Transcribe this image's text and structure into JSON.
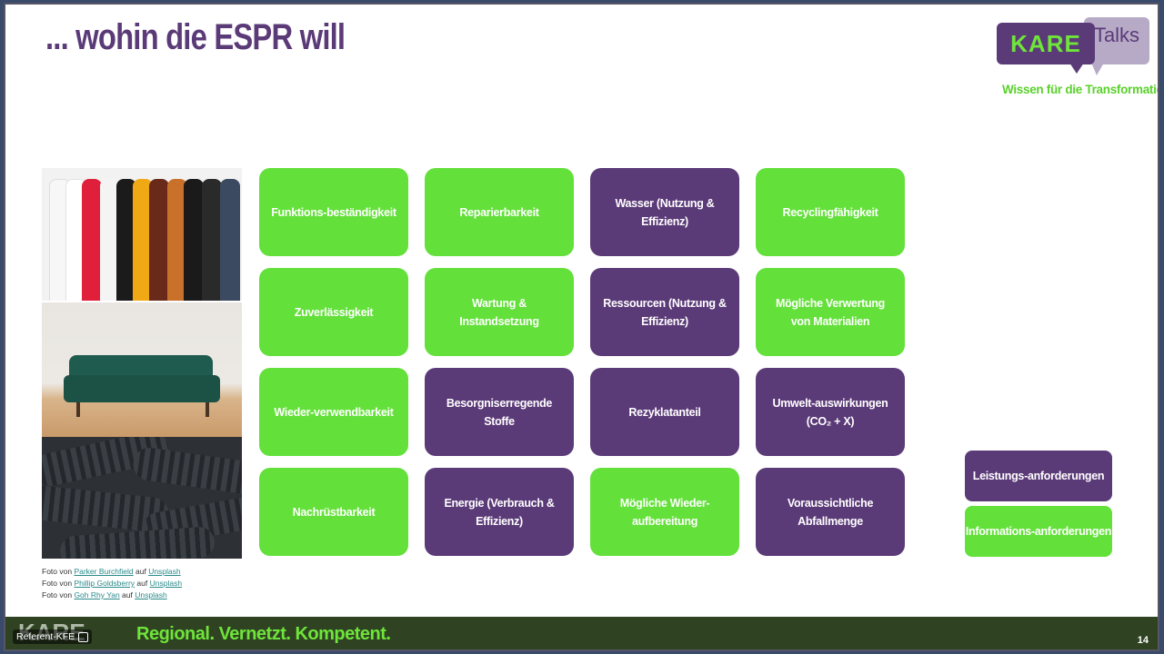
{
  "slide": {
    "title": "... wohin die ESPR will",
    "page_number": "14"
  },
  "logo": {
    "kare": "KARE",
    "talks": "Talks",
    "subtitle": "Wissen für die Transformation"
  },
  "credits": [
    {
      "prefix": "Foto von ",
      "author": "Parker Burchfield",
      "mid": " auf ",
      "site": "Unsplash"
    },
    {
      "prefix": "Foto von ",
      "author": "Phillip Goldsberry",
      "mid": " auf ",
      "site": "Unsplash"
    },
    {
      "prefix": "Foto von ",
      "author": "Goh Rhy Yan",
      "mid": " auf ",
      "site": "Unsplash"
    }
  ],
  "cards": [
    {
      "label": "Funktions-beständigkeit",
      "kind": "green"
    },
    {
      "label": "Reparierbarkeit",
      "kind": "green"
    },
    {
      "label": "Wasser (Nutzung & Effizienz)",
      "kind": "purple"
    },
    {
      "label": "Recyclingfähigkeit",
      "kind": "green"
    },
    {
      "label": "Zuverlässigkeit",
      "kind": "green"
    },
    {
      "label": "Wartung & Instandsetzung",
      "kind": "green"
    },
    {
      "label": "Ressourcen (Nutzung & Effizienz)",
      "kind": "purple"
    },
    {
      "label": "Mögliche Verwertung von Materialien",
      "kind": "green"
    },
    {
      "label": "Wieder-verwendbarkeit",
      "kind": "green"
    },
    {
      "label": "Besorgniserregende Stoffe",
      "kind": "purple"
    },
    {
      "label": "Rezyklatanteil",
      "kind": "purple"
    },
    {
      "label": "Umwelt-auswirkungen (CO₂ + X)",
      "kind": "purple"
    },
    {
      "label": "Nachrüstbarkeit",
      "kind": "green"
    },
    {
      "label": "Energie (Verbrauch & Effizienz)",
      "kind": "purple"
    },
    {
      "label": "Mögliche Wieder-aufbereitung",
      "kind": "green"
    },
    {
      "label": "Voraussichtliche Abfallmenge",
      "kind": "purple"
    }
  ],
  "legend": {
    "performance": "Leistungs-anforderungen",
    "information": "Informations-anforderungen"
  },
  "footer": {
    "tagline": "Regional. Vernetzt. Kompetent.",
    "brand": "KARE",
    "referent": "Referent-KFE"
  },
  "colors": {
    "green": "#63e03a",
    "purple": "#5b3a78"
  }
}
